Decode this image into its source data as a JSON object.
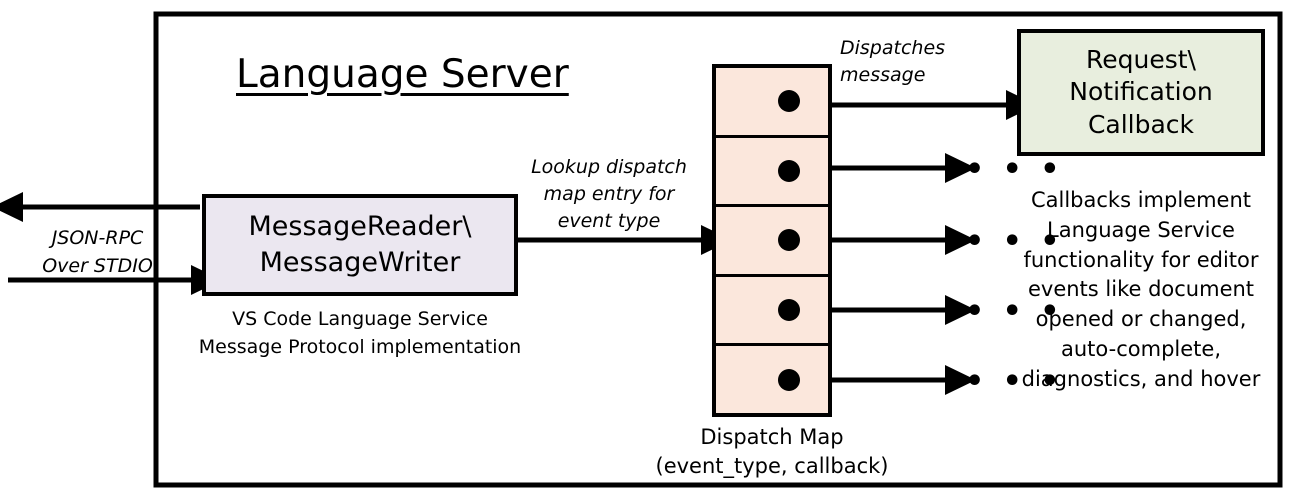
{
  "diagram": {
    "title": "Language Server",
    "outer_border_color": "#000000",
    "background": "#ffffff"
  },
  "left_io": {
    "label": "JSON-RPC\nOver STDIO",
    "outbound_arrow_name": "arrow-out-left",
    "inbound_arrow_name": "arrow-in-right"
  },
  "message_io": {
    "box_label": "MessageReader\\\nMessageWriter",
    "box_fill": "#EBE7F0",
    "caption": "VS Code Language Service\nMessage Protocol implementation"
  },
  "lookup": {
    "label": "Lookup dispatch\nmap entry for\nevent type"
  },
  "dispatch_map": {
    "fill": "#FBE7DC",
    "caption": "Dispatch Map\n(event_type, callback)",
    "rows": [
      {
        "id": "row-1",
        "has_dot": true,
        "target": "callback-box"
      },
      {
        "id": "row-2",
        "has_dot": true,
        "target": "ellipsis"
      },
      {
        "id": "row-3",
        "has_dot": true,
        "target": "ellipsis"
      },
      {
        "id": "row-4",
        "has_dot": true,
        "target": "ellipsis"
      },
      {
        "id": "row-5",
        "has_dot": true,
        "target": "ellipsis"
      }
    ],
    "ellipsis_glyph": "• • •"
  },
  "dispatch": {
    "label": "Dispatches\nmessage"
  },
  "callback": {
    "box_label": "Request\\\nNotification\nCallback",
    "box_fill": "#E8EEDE",
    "caption": "Callbacks implement\nLanguage Service\nfunctionality for editor\nevents like document\nopened or changed,\nauto-complete,\ndiagnostics, and hover"
  }
}
